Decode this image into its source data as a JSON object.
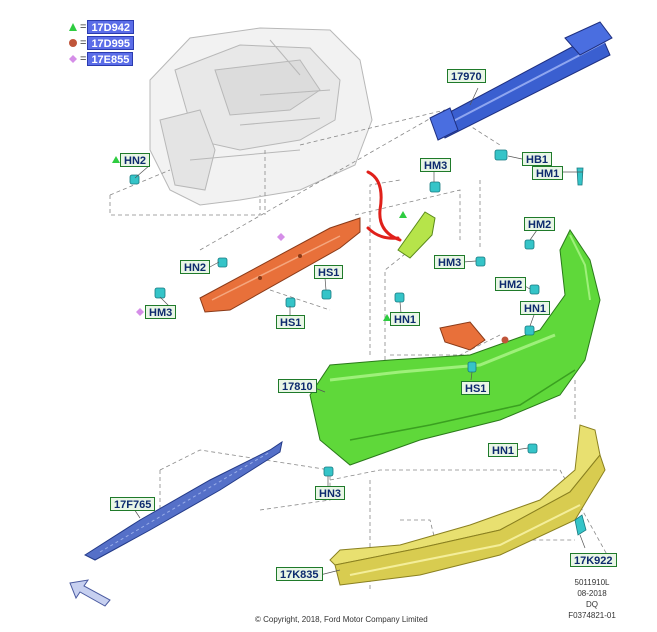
{
  "legend": [
    {
      "symbol": "triangle",
      "color": "#2ecc40",
      "code": "17D942"
    },
    {
      "symbol": "circle",
      "color": "#c0553a",
      "code": "17D995"
    },
    {
      "symbol": "diamond",
      "color": "#d58ee8",
      "code": "17E855"
    }
  ],
  "labels": {
    "l_17970": "17970",
    "l_hb1": "HB1",
    "l_hm1": "HM1",
    "l_hn2_top": "HN2",
    "l_hm3_top": "HM3",
    "l_hm2_right": "HM2",
    "l_hn2_mid": "HN2",
    "l_hs1_mid": "HS1",
    "l_hm3_mid": "HM3",
    "l_hm2_mid": "HM2",
    "l_hm3_left": "HM3",
    "l_hs1_left": "HS1",
    "l_hn1_mid": "HN1",
    "l_hn1_right": "HN1",
    "l_17810": "17810",
    "l_hs1_low": "HS1",
    "l_hn1_low": "HN1",
    "l_hn3": "HN3",
    "l_17f765": "17F765",
    "l_17k922": "17K922",
    "l_17k835": "17K835"
  },
  "footer": {
    "copyright": "© Copyright, 2018, Ford Motor Company Limited",
    "ref_line1": "5011910L",
    "ref_line2": "08-2018",
    "ref_line3": "DQ",
    "ref_line4": "F0374821-01"
  },
  "colors": {
    "reinforcement": "#3a5fd0",
    "bumper_cover": "#5fd83a",
    "lower_cover": "#e8e070",
    "bracket": "#e8703a",
    "clip": "#35c4c8",
    "strip": "#5570c8"
  }
}
